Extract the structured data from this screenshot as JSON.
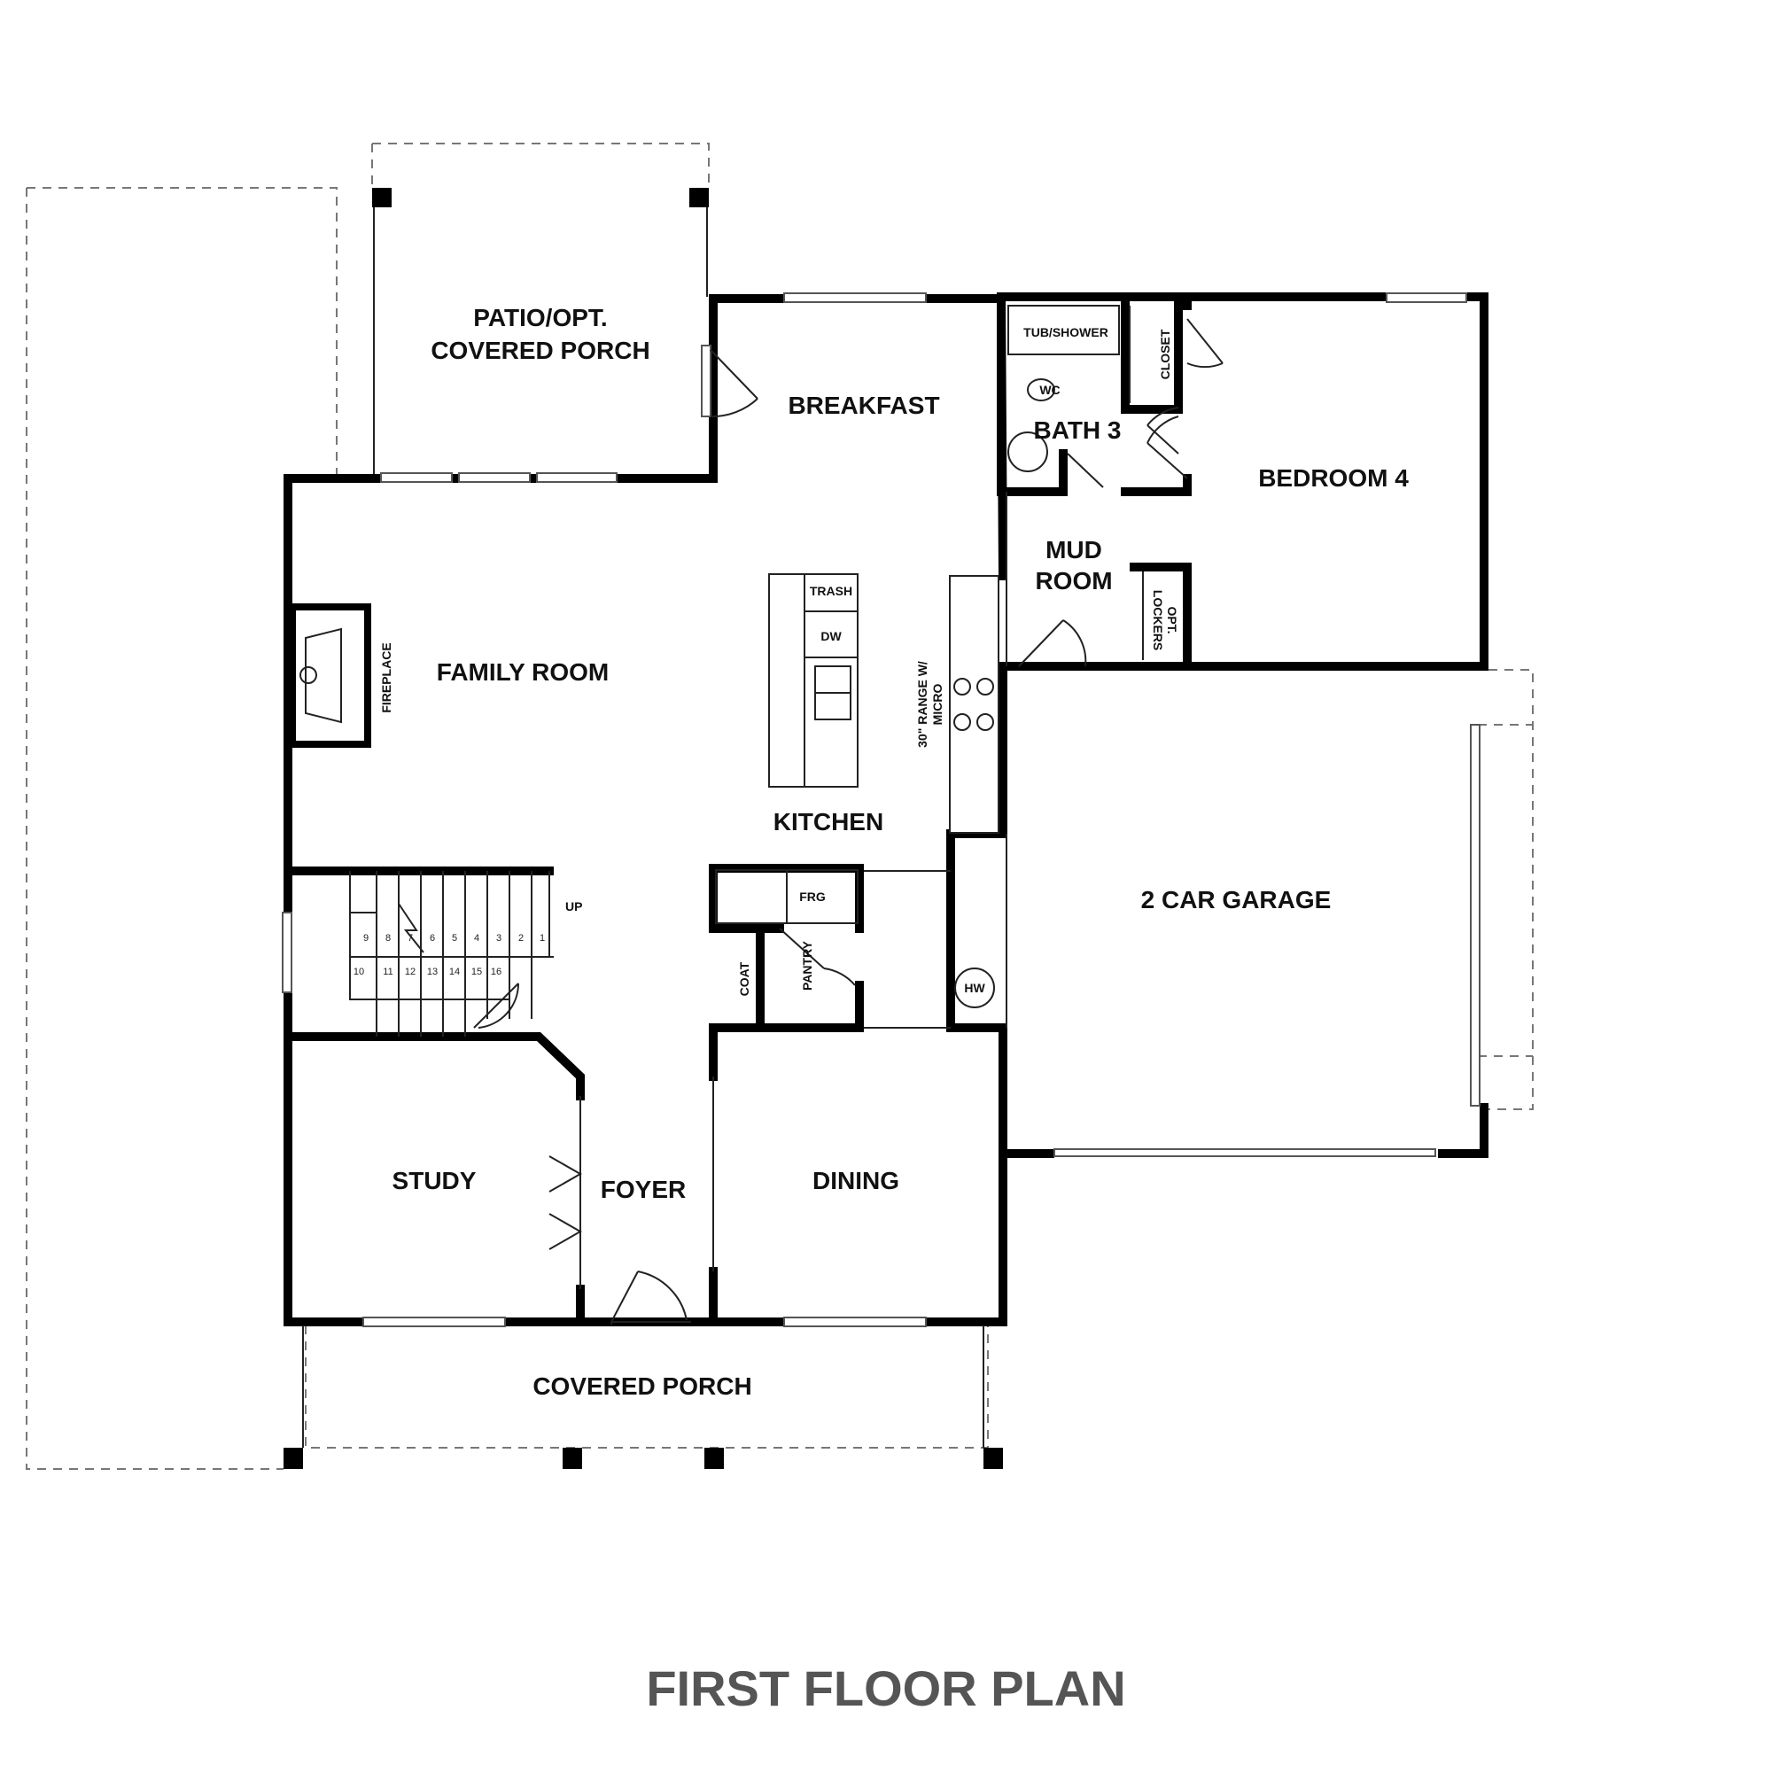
{
  "title": "FIRST FLOOR PLAN",
  "rooms": {
    "patio": [
      "PATIO/OPT.",
      "COVERED PORCH"
    ],
    "breakfast": "BREAKFAST",
    "bath3": "BATH 3",
    "bedroom4": "BEDROOM 4",
    "mud_room": [
      "MUD",
      "ROOM"
    ],
    "family_room": "FAMILY ROOM",
    "kitchen": "KITCHEN",
    "garage": "2 CAR GARAGE",
    "study": "STUDY",
    "foyer": "FOYER",
    "dining": "DINING",
    "covered_porch": "COVERED PORCH"
  },
  "fixtures": {
    "tub_shower": "TUB/SHOWER",
    "wc": "WC",
    "closet": "CLOSET",
    "lockers": [
      "OPT.",
      "LOCKERS"
    ],
    "trash": "TRASH",
    "dw": "DW",
    "range": [
      "30\" RANGE W/",
      "MICRO"
    ],
    "fireplace": "FIREPLACE",
    "frg": "FRG",
    "pantry": "PANTRY",
    "coat": "COAT",
    "hw": "HW",
    "up": "UP",
    "stair_numbers": [
      "1",
      "2",
      "3",
      "4",
      "5",
      "6",
      "7",
      "8",
      "9",
      "10",
      "11",
      "12",
      "13",
      "14",
      "15",
      "16"
    ]
  }
}
